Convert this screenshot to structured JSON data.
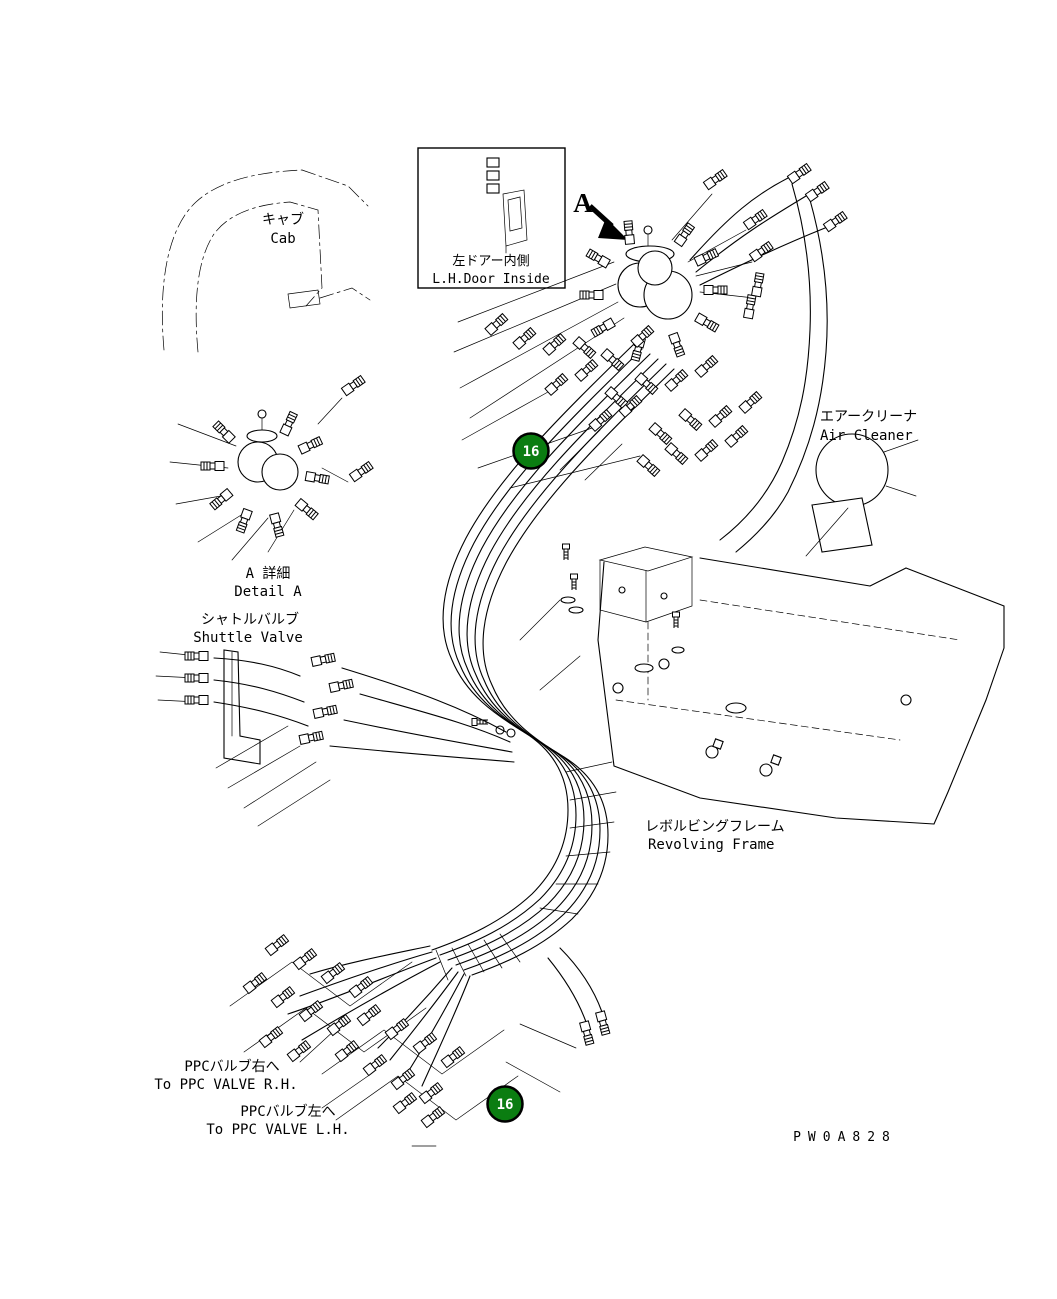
{
  "page": {
    "background": "#ffffff",
    "drawing_code": "PW0A828"
  },
  "labels": {
    "cab_jp": "キャブ",
    "cab_en": "Cab",
    "door_jp": "左ドアー内側",
    "door_en": "L.H.Door Inside",
    "detail_marker": "A",
    "air_cleaner_jp": "エアークリーナ",
    "air_cleaner_en": "Air Cleaner",
    "detail_a_jp": "A 詳細",
    "detail_a_en": "Detail A",
    "shuttle_jp": "シャトルバルブ",
    "shuttle_en": "Shuttle Valve",
    "revolving_jp": "レボルビングフレーム",
    "revolving_en": "Revolving Frame",
    "ppc_rh_jp": "PPCバルブ右へ",
    "ppc_rh_en": "To PPC VALVE R.H.",
    "ppc_lh_jp": "PPCバルブ左へ",
    "ppc_lh_en": "To PPC VALVE L.H."
  },
  "callouts": [
    {
      "id": "balloon-1",
      "label": "16"
    },
    {
      "id": "balloon-2",
      "label": "16"
    }
  ],
  "colors": {
    "line": "#000000",
    "callout_fill": "#0b7d11",
    "callout_text": "#ffffff",
    "background": "#ffffff"
  }
}
